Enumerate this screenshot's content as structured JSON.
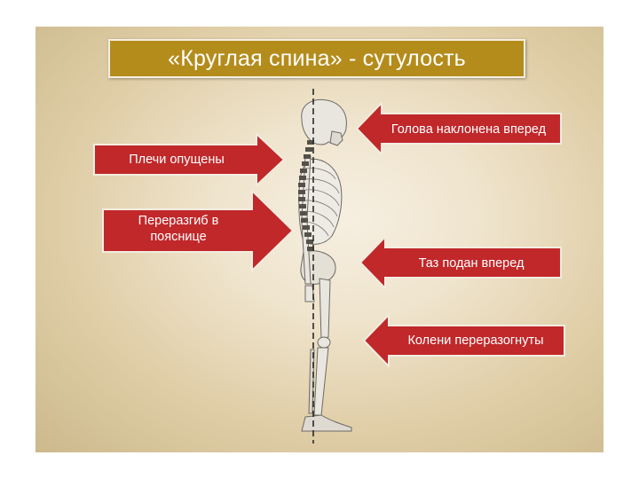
{
  "title": "«Круглая спина» - сутулость",
  "labels": {
    "head": "Голова наклонена вперед",
    "shoulders": "Плечи опущены",
    "lumbar": "Переразгиб в\nпояснице",
    "pelvis": "Таз подан вперед",
    "knees": "Колени переразогнуты"
  },
  "colors": {
    "arrow_fill": "#c0282a",
    "title_bg": "#b48c1c",
    "background": "#e9dcc0"
  }
}
